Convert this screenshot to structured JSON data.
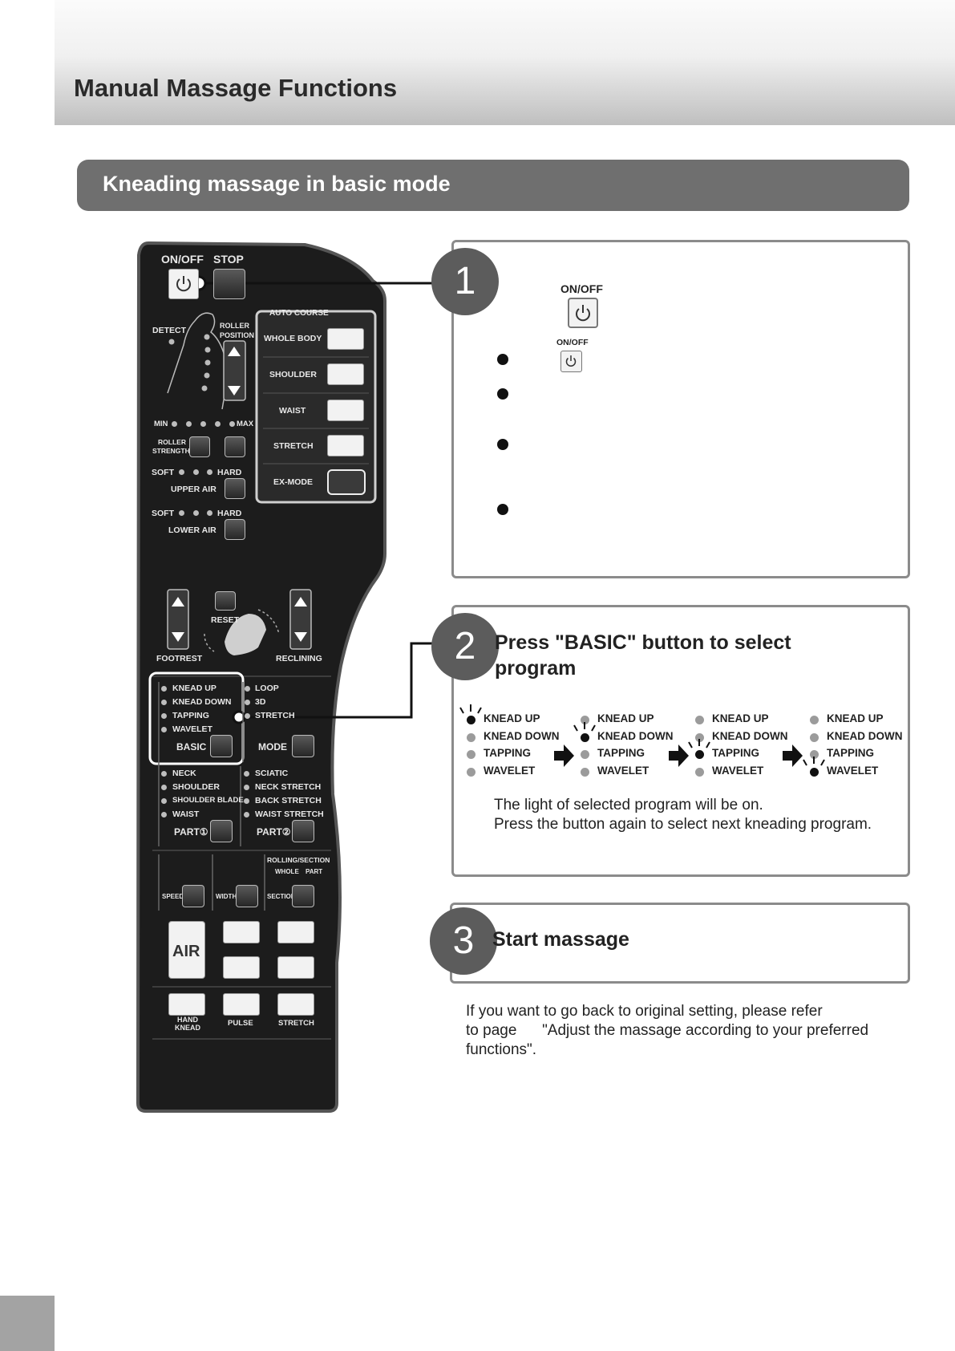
{
  "header": {
    "title": "Manual Massage Functions"
  },
  "section": {
    "title": "Kneading massage in basic mode"
  },
  "remote": {
    "on_off": "ON/OFF",
    "stop": "STOP",
    "detect": "DETECT",
    "roller_position": "ROLLER POSITION",
    "auto_course": "AUTO COURSE",
    "auto_items": [
      "WHOLE BODY",
      "SHOULDER",
      "WAIST",
      "STRETCH",
      "EX-MODE"
    ],
    "min": "MIN",
    "max": "MAX",
    "roller_strength": "ROLLER STRENGTH",
    "soft": "SOFT",
    "hard": "HARD",
    "upper_air": "UPPER AIR",
    "lower_air": "LOWER AIR",
    "reset": "RESET",
    "footrest": "FOOTREST",
    "reclining": "RECLINING",
    "basic_items": [
      "KNEAD UP",
      "KNEAD DOWN",
      "TAPPING",
      "WAVELET"
    ],
    "basic": "BASIC",
    "mode_items": [
      "LOOP",
      "3D",
      "STRETCH"
    ],
    "mode": "MODE",
    "part1_items": [
      "NECK",
      "SHOULDER",
      "SHOULDER BLADE",
      "WAIST"
    ],
    "part1": "PART①",
    "part2_items": [
      "SCIATIC",
      "NECK STRETCH",
      "BACK STRETCH",
      "WAIST STRETCH"
    ],
    "part2": "PART②",
    "rolling_section": "ROLLING/SECTION",
    "whole": "WHOLE",
    "part": "PART",
    "speed": "SPEED",
    "width": "WIDTH",
    "section": "SECTION",
    "air": "AIR",
    "hand_knead": "HAND KNEAD",
    "pulse": "PULSE",
    "stretch": "STRETCH"
  },
  "step1": {
    "number": "1",
    "on_off_label": "ON/OFF",
    "on_off_small_label": "ON/OFF"
  },
  "step2": {
    "number": "2",
    "title_line1": "Press \"BASIC\" button to select",
    "title_line2": "program",
    "items": [
      "KNEAD UP",
      "KNEAD DOWN",
      "TAPPING",
      "WAVELET"
    ],
    "active_index": [
      0,
      1,
      2,
      3
    ],
    "note_line1": "The light of selected program will be on.",
    "note_line2": "Press the button again to select next kneading program."
  },
  "step3": {
    "number": "3",
    "title": "Start massage"
  },
  "footer_note": {
    "line1": "If you want to go back to original setting, please refer",
    "line2": "to page      \"Adjust the massage according to your preferred",
    "line3": "functions\"."
  }
}
